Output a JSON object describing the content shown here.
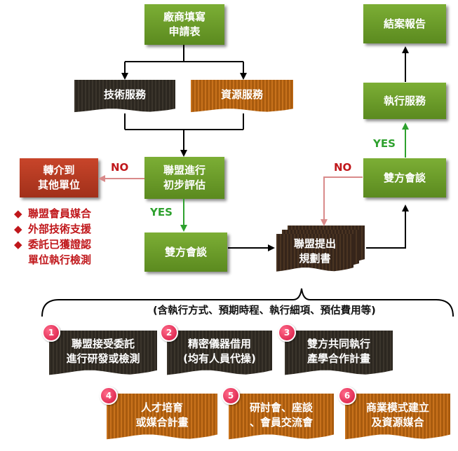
{
  "nodes": {
    "application_form": "廠商填寫\n申請表",
    "tech_service": "技術服務",
    "resource_service": "資源服務",
    "initial_eval": "聯盟進行\n初步評估",
    "referral": "轉介到\n其他單位",
    "meeting_left": "雙方會談",
    "plan_proposal": "聯盟提出\n規劃書",
    "meeting_right": "雙方會談",
    "execute_service": "執行服務",
    "closing_report": "結案報告"
  },
  "labels": {
    "no_left": "NO",
    "yes_left": "YES",
    "no_right": "NO",
    "yes_right": "YES"
  },
  "referral_options": [
    {
      "mark": "◆",
      "text": "聯盟會員媒合"
    },
    {
      "mark": "◆",
      "text": "外部技術支援"
    },
    {
      "mark": "◆",
      "text": "委託已獲證認\n單位執行檢測"
    }
  ],
  "plan_note": "(含執行方式、預期時程、執行細項、預估費用等)",
  "plan_items": [
    {
      "num": "1",
      "text": "聯盟接受委託\n進行研發或檢測"
    },
    {
      "num": "2",
      "text": "精密儀器借用\n(均有人員代操)"
    },
    {
      "num": "3",
      "text": "雙方共同執行\n產學合作計畫"
    },
    {
      "num": "4",
      "text": "人才培育\n或媒合計畫"
    },
    {
      "num": "5",
      "text": "研討會、座談\n、會員交流會"
    },
    {
      "num": "6",
      "text": "商業模式建立\n及資源媒合"
    }
  ],
  "colors": {
    "green": "#6a9c2a",
    "dark": "#342f27",
    "orange": "#b8661a",
    "red": "#b53b22",
    "brown": "#3f2c1e",
    "yes": "#2ea12e",
    "no": "#c0171b",
    "no_arrow": "#d98a8a"
  }
}
